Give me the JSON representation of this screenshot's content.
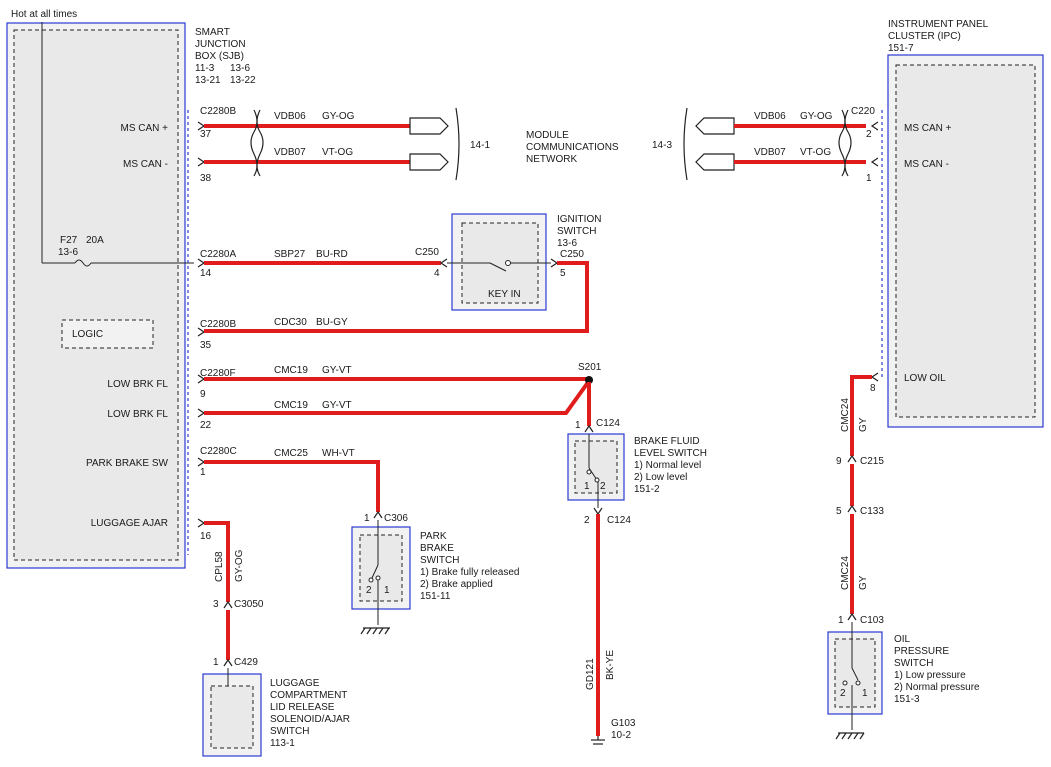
{
  "hot_label": "Hot at all times",
  "sjb": {
    "title": [
      "SMART",
      "JUNCTION",
      "BOX (SJB)"
    ],
    "refs": [
      "11-3",
      "13-6",
      "13-21",
      "13-22"
    ],
    "logic": "LOGIC",
    "fuse": {
      "id": "F27",
      "rating": "20A",
      "ref": "13-6"
    },
    "pins": [
      {
        "label": "MS CAN +",
        "conn": "C2280B",
        "pin": "37"
      },
      {
        "label": "MS CAN -",
        "conn": "",
        "pin": "38"
      },
      {
        "label": "",
        "conn": "C2280A",
        "pin": "14"
      },
      {
        "label": "",
        "conn": "C2280B",
        "pin": "35"
      },
      {
        "label": "LOW BRK FL",
        "conn": "C2280F",
        "pin": "9"
      },
      {
        "label": "LOW BRK FL",
        "conn": "",
        "pin": "22"
      },
      {
        "label": "PARK BRAKE SW",
        "conn": "C2280C",
        "pin": "1"
      },
      {
        "label": "LUGGAGE AJAR",
        "conn": "",
        "pin": "16"
      }
    ]
  },
  "wires": {
    "w1": {
      "circuit": "VDB06",
      "color": "GY-OG"
    },
    "w2": {
      "circuit": "VDB07",
      "color": "VT-OG"
    },
    "w3": {
      "circuit": "SBP27",
      "color": "BU-RD"
    },
    "w4": {
      "circuit": "CDC30",
      "color": "BU-GY"
    },
    "w5": {
      "circuit": "CMC19",
      "color": "GY-VT"
    },
    "w6": {
      "circuit": "CMC19",
      "color": "GY-VT"
    },
    "w7": {
      "circuit": "CMC25",
      "color": "WH-VT"
    },
    "w8": {
      "circuit": "CPL58",
      "color": "GY-OG"
    },
    "w9": {
      "circuit": "GD121",
      "color": "BK-YE"
    },
    "w10": {
      "circuit": "CMC24",
      "color": "GY"
    },
    "w11": {
      "circuit": "CMC24",
      "color": "GY"
    },
    "w12": {
      "circuit": "VDB06",
      "color": "GY-OG"
    },
    "w13": {
      "circuit": "VDB07",
      "color": "VT-OG"
    }
  },
  "network": {
    "label": [
      "MODULE",
      "COMMUNICATIONS",
      "NETWORK"
    ],
    "ref_left": "14-1",
    "ref_right": "14-3"
  },
  "ignition": {
    "title": [
      "IGNITION",
      "SWITCH",
      "13-6"
    ],
    "conn_in": "C250",
    "pin_in": "4",
    "conn_out": "C250",
    "pin_out": "5",
    "state": "KEY IN"
  },
  "splice": "S201",
  "brake_fluid": {
    "title": [
      "BRAKE FLUID",
      "LEVEL SWITCH",
      "1) Normal level",
      "2) Low level",
      "151-2"
    ],
    "conn_top": "C124",
    "pin_top": "1",
    "conn_bot": "C124",
    "pin_bot": "2",
    "contacts": [
      "1",
      "2"
    ]
  },
  "ground_g103": {
    "id": "G103",
    "ref": "10-2"
  },
  "park_brake": {
    "title": [
      "PARK",
      "BRAKE",
      "SWITCH",
      "1) Brake fully released",
      "2) Brake applied",
      "151-11"
    ],
    "conn": "C306",
    "pin": "1",
    "contacts": [
      "2",
      "1"
    ]
  },
  "luggage": {
    "c3050": {
      "conn": "C3050",
      "pin": "3"
    },
    "c429": {
      "conn": "C429",
      "pin": "1"
    },
    "title": [
      "LUGGAGE",
      "COMPARTMENT",
      "LID RELEASE",
      "SOLENOID/AJAR",
      "SWITCH",
      "113-1"
    ]
  },
  "ipc": {
    "title": [
      "INSTRUMENT PANEL",
      "CLUSTER (IPC)",
      "151-7"
    ],
    "conn": "C220",
    "pins": [
      {
        "label": "MS CAN +",
        "pin": "2"
      },
      {
        "label": "MS CAN -",
        "pin": "1"
      },
      {
        "label": "LOW OIL",
        "pin": "8"
      }
    ]
  },
  "oil_path": {
    "c215": {
      "conn": "C215",
      "pin": "9"
    },
    "c133": {
      "conn": "C133",
      "pin": "5"
    },
    "c103": {
      "conn": "C103",
      "pin": "1"
    }
  },
  "oil_switch": {
    "title": [
      "OIL",
      "PRESSURE",
      "SWITCH",
      "1) Low pressure",
      "2) Normal pressure",
      "151-3"
    ],
    "contacts": [
      "2",
      "1"
    ]
  }
}
